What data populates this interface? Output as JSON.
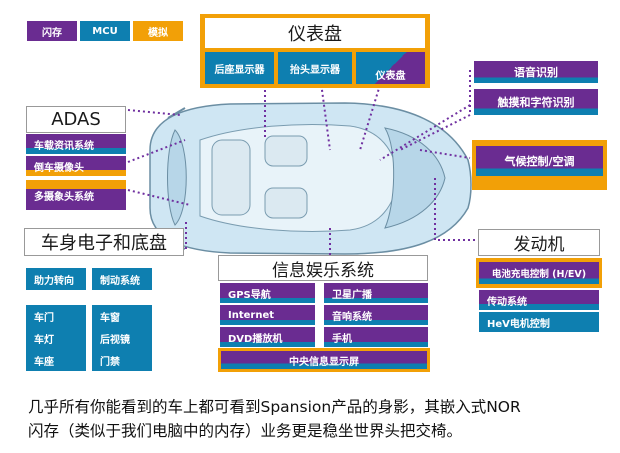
{
  "legend": {
    "flash": "闪存",
    "mcu": "MCU",
    "analog": "模拟"
  },
  "cluster": {
    "title": "仪表盘",
    "items": [
      "后座显示器",
      "抬头显示器",
      "仪表盘"
    ]
  },
  "adas": {
    "title": "ADAS",
    "items": [
      "车载资讯系统",
      "倒车摄像头",
      "多摄象头系统"
    ]
  },
  "body_chassis": {
    "title": "车身电子和底盘",
    "items": [
      "助力转向",
      "制动系统",
      "车门",
      "车窗",
      "车灯",
      "后视镜",
      "车座",
      "门禁"
    ]
  },
  "infotainment": {
    "title": "信息娱乐系统",
    "items": [
      "GPS导航",
      "卫星广播",
      "Internet",
      "音响系统",
      "DVD播放机",
      "手机"
    ],
    "central_display": "中央信息显示屏"
  },
  "right": {
    "speech": "语音识别",
    "touch": "触摸和字符识别",
    "climate": "气候控制/空调"
  },
  "engine": {
    "title": "发动机",
    "items": [
      "电池充电控制 (H/EV)",
      "传动系统",
      "HeV电机控制"
    ]
  },
  "caption": {
    "line1": "几乎所有你能看到的车上都可看到Spansion产品的身影，其嵌入式NOR",
    "line2": "闪存（类似于我们电脑中的内存）业务更是稳坐世界头把交椅。"
  },
  "colors": {
    "flash": "#6a2c91",
    "mcu": "#0e7fb0",
    "analog": "#f2a007"
  }
}
